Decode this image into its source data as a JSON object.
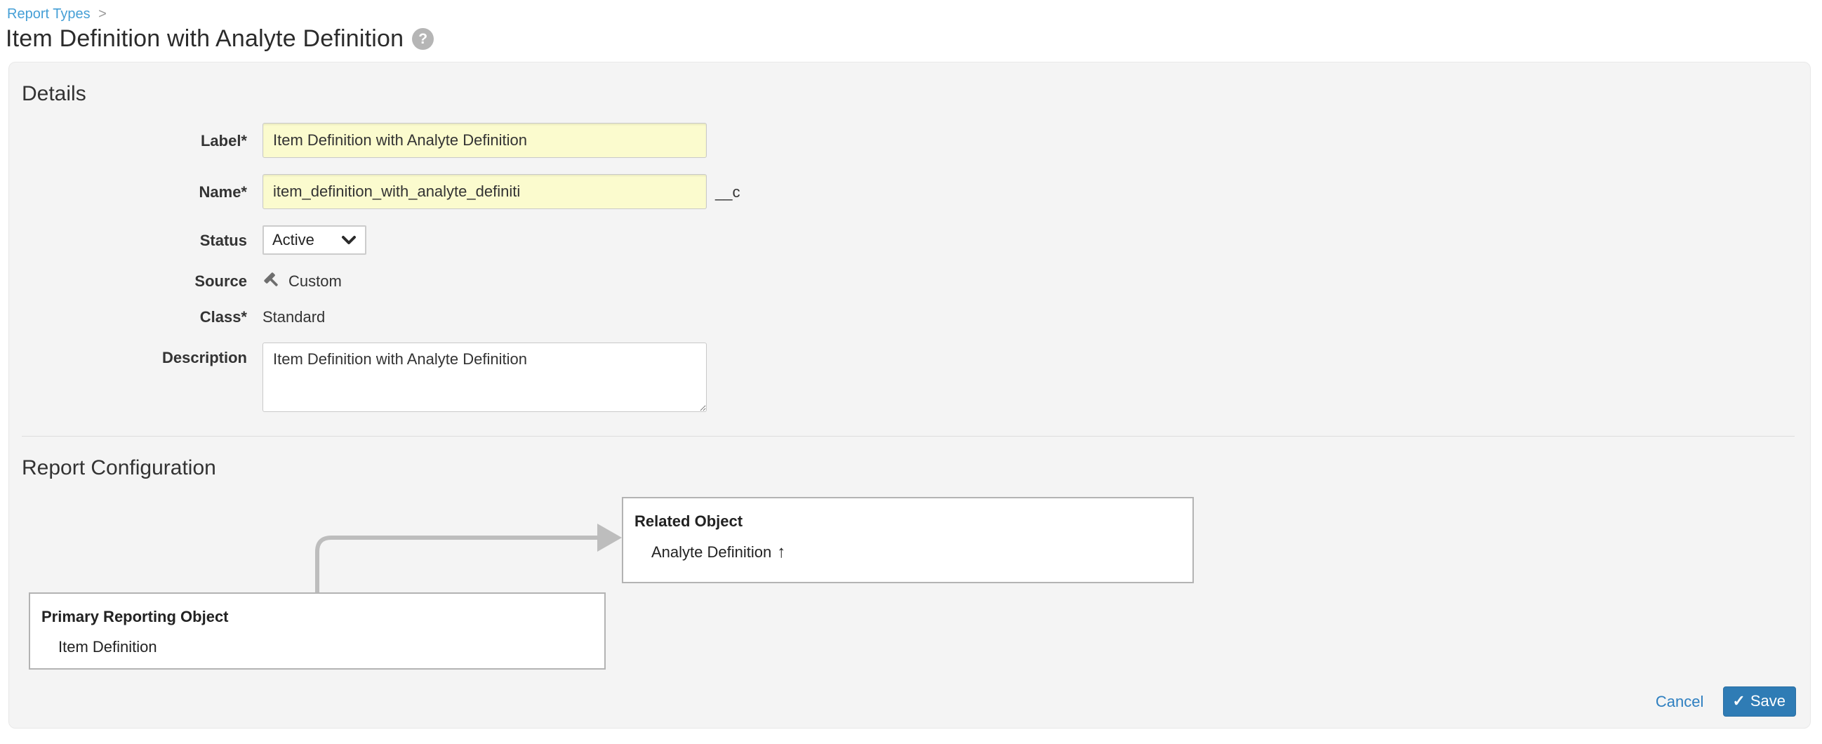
{
  "breadcrumb": {
    "link": "Report Types",
    "separator": ">"
  },
  "header": {
    "title": "Item Definition with Analyte Definition",
    "help_glyph": "?"
  },
  "details": {
    "heading": "Details",
    "label_field": {
      "label": "Label*",
      "value": "Item Definition with Analyte Definition"
    },
    "name_field": {
      "label": "Name*",
      "value": "item_definition_with_analyte_definiti",
      "suffix": "__c"
    },
    "status_field": {
      "label": "Status",
      "value": "Active"
    },
    "source_field": {
      "label": "Source",
      "value": "Custom",
      "icon": "hammer-icon"
    },
    "class_field": {
      "label": "Class*",
      "value": "Standard"
    },
    "description_field": {
      "label": "Description",
      "value": "Item Definition with Analyte Definition"
    }
  },
  "report_configuration": {
    "heading": "Report Configuration",
    "related_object": {
      "title": "Related Object",
      "value": "Analyte Definition",
      "arrow_glyph": "↑"
    },
    "primary_object": {
      "title": "Primary Reporting Object",
      "value": "Item Definition"
    }
  },
  "footer": {
    "cancel": "Cancel",
    "save": "Save",
    "save_check_glyph": "✓"
  },
  "colors": {
    "panel_bg": "#F4F4F4",
    "required_field_bg": "#FBFBCE",
    "breadcrumb_link": "#459FD6",
    "cancel_link": "#2E7FC0",
    "save_button_bg": "#2F7CB5",
    "box_border": "#B3B3B3",
    "arrow": "#BDBDBD"
  }
}
